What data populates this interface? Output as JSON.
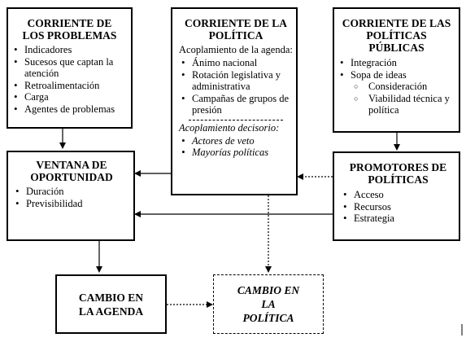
{
  "problems": {
    "title": "CORRIENTE DE LOS PROBLEMAS",
    "items": [
      "Indicadores",
      "Sucesos que captan la atención",
      "Retroalimentación",
      "Carga",
      "Agentes de problemas"
    ]
  },
  "politics": {
    "title": "CORRIENTE DE LA POLÍTICA",
    "subtitle": "Acoplamiento de la agenda:",
    "items": [
      "Ánimo nacional",
      "Rotación legislativa y administrativa",
      "Campañas de grupos de presión"
    ],
    "decision_title": "Acoplamiento decisorio:",
    "decision_items": [
      "Actores de veto",
      "Mayorías políticas"
    ]
  },
  "policies": {
    "title": "CORRIENTE DE LAS POLÍTICAS PÚBLICAS",
    "items": [
      "Integración",
      "Sopa de ideas"
    ],
    "subitems": [
      "Consideración",
      "Viabilidad técnica y política"
    ]
  },
  "window": {
    "title": "VENTANA DE OPORTUNIDAD",
    "items": [
      "Duración",
      "Previsibilidad"
    ]
  },
  "promoters": {
    "title": "PROMOTORES DE POLÍTICAS",
    "items": [
      "Acceso",
      "Recursos",
      "Estrategia"
    ]
  },
  "agenda_change": {
    "title": "CAMBIO EN LA AGENDA"
  },
  "policy_change": {
    "title": "CAMBIO EN LA POLÍTICA"
  }
}
